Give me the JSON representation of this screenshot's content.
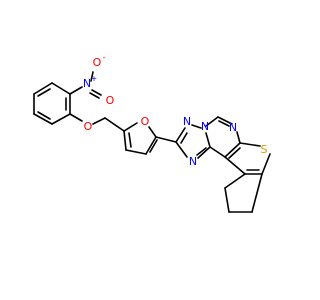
{
  "molecule": {
    "atoms": {
      "nitro_n": {
        "text": "N",
        "charge": "+",
        "color": "#0000ff"
      },
      "nitro_o_top": {
        "text": "O",
        "charge": "-",
        "color": "#ff0000"
      },
      "nitro_o_right": {
        "text": "O",
        "color": "#ff0000"
      },
      "ether_o": {
        "text": "O",
        "color": "#ff0000"
      },
      "furan_o": {
        "text": "O",
        "color": "#ff0000"
      },
      "triazole_n1": {
        "text": "N",
        "color": "#0000ff"
      },
      "triazole_n2": {
        "text": "N",
        "color": "#0000ff"
      },
      "triazole_n3": {
        "text": "N",
        "color": "#0000ff"
      },
      "pyrimidine_n": {
        "text": "N",
        "color": "#0000ff"
      },
      "thiophene_s": {
        "text": "S",
        "color": "#c8a000"
      }
    }
  }
}
